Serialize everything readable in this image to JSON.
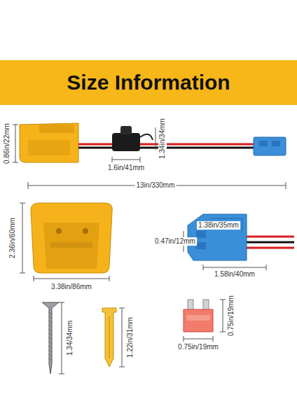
{
  "diagram": {
    "title": "Size Information",
    "labels": [
      "0.86in/22mm",
      "1.34in/34mm",
      "1.6in/41mm",
      "13in/330mm",
      "2.36in/60mm",
      "3.38in/86mm",
      "1.38in/35mm",
      "0.47in/12mm",
      "1.58in/40mm",
      "1.34/34mm",
      "1.22in/31mm",
      "0.75in/19mm",
      "0.75in/19mm"
    ]
  }
}
